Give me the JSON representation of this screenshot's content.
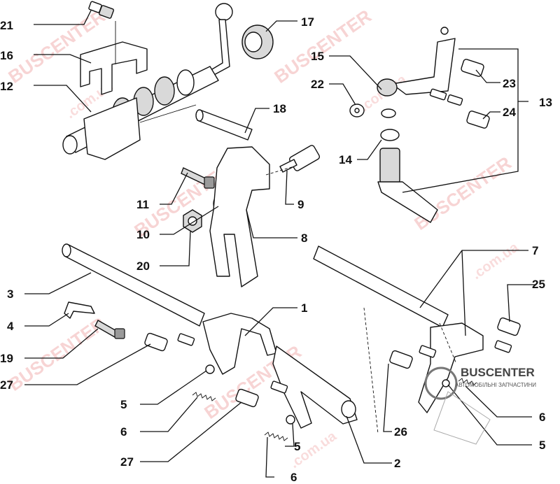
{
  "watermark": {
    "brand": "BUSCENTER",
    "domain": ".com.ua",
    "tagline": "АВТОМОБІЛЬНІ ЗАПЧАСТИНИ"
  },
  "callouts": [
    {
      "id": "21",
      "text": "21"
    },
    {
      "id": "16",
      "text": "16"
    },
    {
      "id": "12",
      "text": "12"
    },
    {
      "id": "17",
      "text": "17"
    },
    {
      "id": "15",
      "text": "15"
    },
    {
      "id": "22",
      "text": "22"
    },
    {
      "id": "23",
      "text": "23"
    },
    {
      "id": "24",
      "text": "24"
    },
    {
      "id": "13",
      "text": "13"
    },
    {
      "id": "18",
      "text": "18"
    },
    {
      "id": "14",
      "text": "14"
    },
    {
      "id": "11",
      "text": "11"
    },
    {
      "id": "9",
      "text": "9"
    },
    {
      "id": "10",
      "text": "10"
    },
    {
      "id": "8",
      "text": "8"
    },
    {
      "id": "20",
      "text": "20"
    },
    {
      "id": "7",
      "text": "7"
    },
    {
      "id": "3",
      "text": "3"
    },
    {
      "id": "1",
      "text": "1"
    },
    {
      "id": "25",
      "text": "25"
    },
    {
      "id": "4",
      "text": "4"
    },
    {
      "id": "19",
      "text": "19"
    },
    {
      "id": "27a",
      "text": "27"
    },
    {
      "id": "5a",
      "text": "5"
    },
    {
      "id": "26",
      "text": "26"
    },
    {
      "id": "6a",
      "text": "6"
    },
    {
      "id": "5b",
      "text": "5"
    },
    {
      "id": "27b",
      "text": "27"
    },
    {
      "id": "2",
      "text": "2"
    },
    {
      "id": "6b",
      "text": "6"
    },
    {
      "id": "6c",
      "text": "6"
    },
    {
      "id": "5c",
      "text": "5"
    }
  ]
}
